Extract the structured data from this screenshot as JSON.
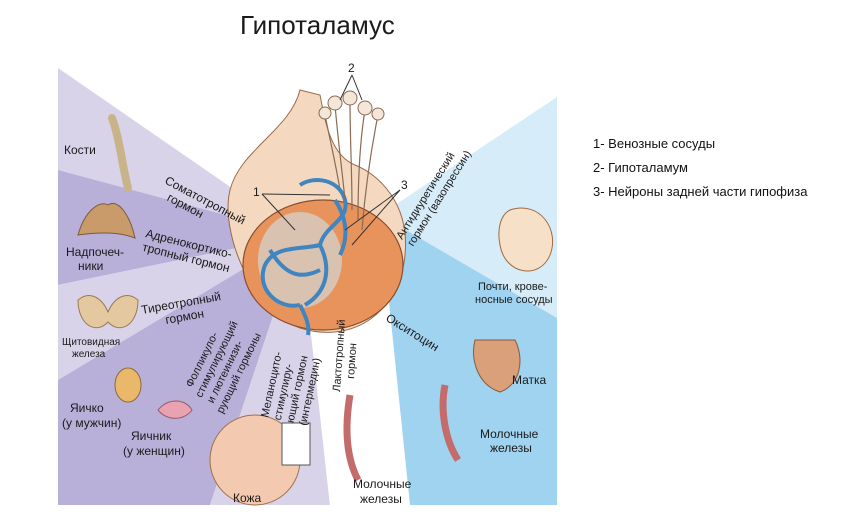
{
  "title": "Гипоталамус",
  "legend": [
    "1- Венозные сосуды",
    "2- Гипоталамум",
    "3- Нейроны задней части гипофиза"
  ],
  "markers": {
    "one": "1",
    "two": "2",
    "three": "3"
  },
  "hormones": {
    "somatotropic": [
      "Соматотропный",
      "гормон"
    ],
    "acth": [
      "Адренокортико-",
      "тропный гормон"
    ],
    "thyrotropic": [
      "Тиреотропный",
      "гормон"
    ],
    "fsh_lh": [
      "Фолликуло-",
      "стимулирующий",
      "и лютеинизи-",
      "рующий гормоны"
    ],
    "msh": [
      "Меланоцито-",
      "стимулиру-",
      "ющий гормон",
      "(интермедин)"
    ],
    "prolactin": [
      "Лактотропный",
      "гормон"
    ],
    "adh": [
      "Антидиуретический",
      "гормон (вазопрессин)"
    ],
    "oxytocin": "Окситоцин"
  },
  "organs": {
    "bones": "Кости",
    "adrenal": [
      "Надпочеч-",
      "ники"
    ],
    "thyroid": [
      "Щитовидная",
      "железа"
    ],
    "testis": [
      "Яичко",
      "(у мужчин)"
    ],
    "ovary": [
      "Яичник",
      "(у женщин)"
    ],
    "skin": "Кожа",
    "mammary_left": [
      "Молочные",
      "железы"
    ],
    "kidney": [
      "Почти, крове-",
      "носные сосуды"
    ],
    "uterus": "Матка",
    "mammary_right": [
      "Молочные",
      "железы"
    ]
  },
  "colors": {
    "purple_light": "#d9d3ea",
    "purple_mid": "#b8b0d8",
    "purple_dark": "#a197c9",
    "blue_light": "#d6ecf8",
    "blue_mid": "#9fd3ef",
    "gland": "#e9935c",
    "vessel": "#5aa3d6"
  }
}
